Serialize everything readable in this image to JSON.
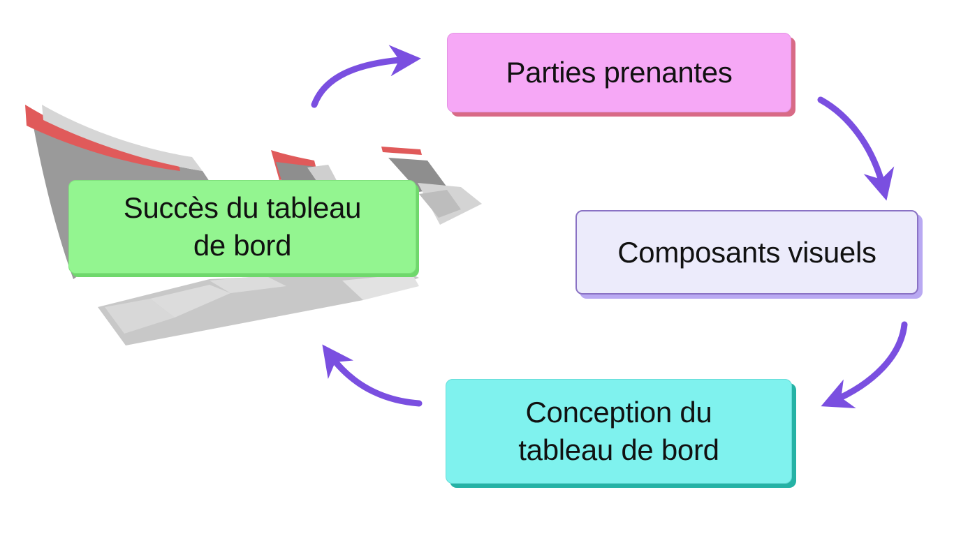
{
  "diagram": {
    "nodes": [
      {
        "id": "parties",
        "label": "Parties prenantes",
        "fill": "#f6a8f6",
        "shadow": "#d86a86"
      },
      {
        "id": "composants",
        "label": "Composants visuels",
        "fill": "#ecebfb",
        "shadow": "#b9a9f2"
      },
      {
        "id": "conception",
        "label": "Conception du\ntableau de bord",
        "fill": "#7ff2ee",
        "shadow": "#25b2a5"
      },
      {
        "id": "succes",
        "label": "Succès du tableau\nde bord",
        "fill": "#93f590",
        "shadow": "#6fd86c"
      }
    ],
    "arrow_color": "#7a4fe0",
    "flow": [
      "succes",
      "parties",
      "composants",
      "conception",
      "succes"
    ]
  }
}
